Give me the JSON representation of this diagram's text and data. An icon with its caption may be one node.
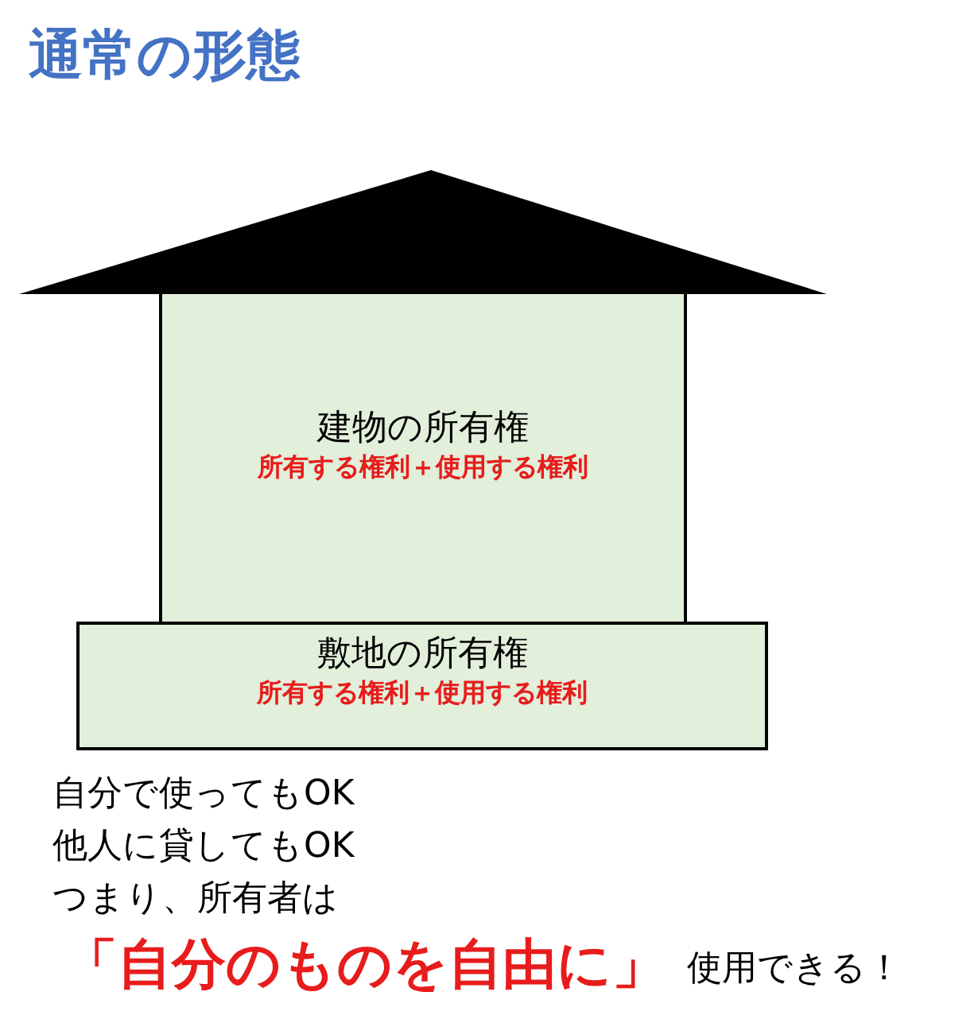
{
  "diagram": {
    "title": "通常の形態",
    "nodes": [
      {
        "text": [],
        "shape": "triangle"
      },
      {
        "text": [
          "建物の所有権",
          "所有する権利＋使用する権利"
        ]
      },
      {
        "text": [
          "敷地の所有権",
          "所有する権利＋使用する権利"
        ]
      }
    ],
    "edges": [],
    "labels": [
      "自分で使ってもOK",
      "他人に貸してもOK",
      "つまり、所有者は",
      "「自分のものを自由に」",
      "使用できる！"
    ]
  }
}
